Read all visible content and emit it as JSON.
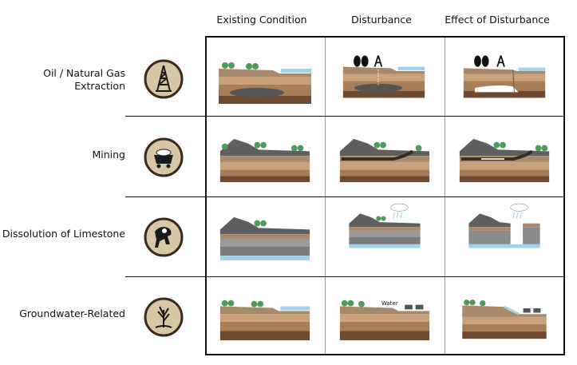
{
  "columns": [
    {
      "label": "Existing Condition"
    },
    {
      "label": "Disturbance"
    },
    {
      "label": "Effect of Disturbance"
    }
  ],
  "rows": [
    {
      "label": "Oil / Natural Gas\nExtraction",
      "icon": "oil-derrick-icon"
    },
    {
      "label": "Mining",
      "icon": "mine-cart-icon"
    },
    {
      "label": "Dissolution of Limestone",
      "icon": "rock-dissolution-icon"
    },
    {
      "label": "Groundwater-Related",
      "icon": "plant-water-icon"
    }
  ],
  "annotations": {
    "water": "Water"
  },
  "colors": {
    "icon_ring": "#3b2a1e",
    "icon_fill": "#d8c7a7",
    "strata_light": "#c9a27a",
    "strata_mid": "#a97e57",
    "strata_dark": "#6e4b30",
    "rock_gray": "#7a7a7a",
    "water": "#9fd3ea",
    "tree": "#4f9a5a"
  }
}
